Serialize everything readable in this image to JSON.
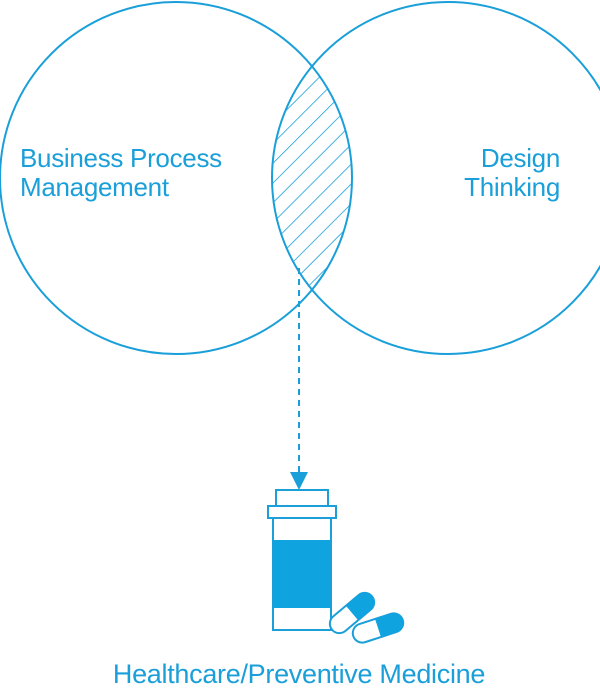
{
  "diagram": {
    "left_circle": {
      "line1": "Business Process",
      "line2": "Management"
    },
    "right_circle": {
      "line1": "Design",
      "line2": "Thinking"
    },
    "caption": "Healthcare/Preventive Medicine"
  },
  "colors": {
    "accent": "#1a9fd9",
    "fill": "#0fa3e0",
    "background": "#ffffff"
  },
  "icons": [
    "pill-bottle-icon",
    "capsule-icon"
  ]
}
